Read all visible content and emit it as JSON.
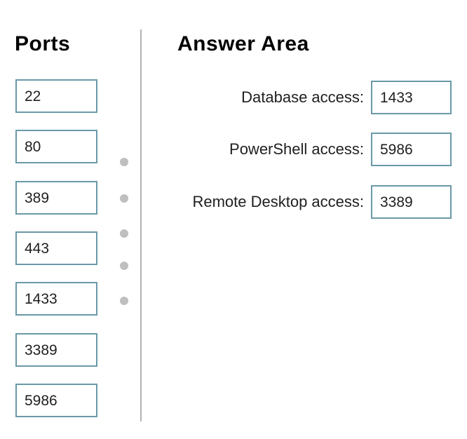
{
  "left_panel": {
    "title": "Ports",
    "ports": [
      {
        "value": "22"
      },
      {
        "value": "80"
      },
      {
        "value": "389"
      },
      {
        "value": "443"
      },
      {
        "value": "1433"
      },
      {
        "value": "3389"
      },
      {
        "value": "5986"
      }
    ]
  },
  "drop_indicators": {
    "count": 5,
    "color": "#bfbfbf"
  },
  "right_panel": {
    "title": "Answer Area",
    "rows": [
      {
        "label": "Database access:",
        "value": "1433"
      },
      {
        "label": "PowerShell access:",
        "value": "5986"
      },
      {
        "label": "Remote Desktop access:",
        "value": "3389"
      }
    ]
  },
  "colors": {
    "box_border": "#6a99a8",
    "divider": "#b3b3b3",
    "background": "#ffffff",
    "text": "#1f1f1f"
  }
}
